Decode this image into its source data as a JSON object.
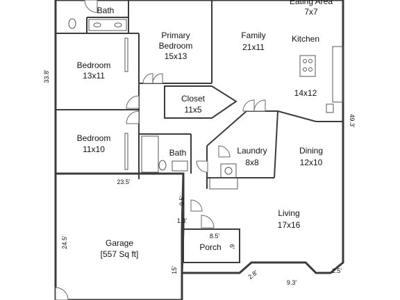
{
  "colors": {
    "living_fill": "#f9f7b6",
    "garage_fill": "#b9eaa4",
    "porch_fill": "#d6d6d6",
    "wall": "#3a3a3a",
    "background": "#ffffff"
  },
  "rooms": {
    "eating_area": {
      "name": "Eating Area",
      "size": "7x7"
    },
    "bath_top": {
      "name": "Bath"
    },
    "primary_bedroom": {
      "name": "Primary",
      "name2": "Bedroom",
      "size": "15x13"
    },
    "family": {
      "name": "Family",
      "size": "21x11"
    },
    "kitchen": {
      "name": "Kitchen",
      "size": "14x12"
    },
    "bedroom_1": {
      "name": "Bedroom",
      "size": "13x11"
    },
    "closet": {
      "name": "Closet",
      "size": "11x5"
    },
    "bedroom_2": {
      "name": "Bedroom",
      "size": "11x10"
    },
    "bath_mid": {
      "name": "Bath"
    },
    "laundry": {
      "name": "Laundry",
      "size": "8x8"
    },
    "dining": {
      "name": "Dining",
      "size": "12x10"
    },
    "living": {
      "name": "Living",
      "size": "17x16"
    },
    "garage": {
      "name": "Garage",
      "size": "[557 Sq ft]"
    },
    "porch": {
      "name": "Porch"
    }
  },
  "dimensions": {
    "left_wall": "33.8'",
    "right_wall": "49.3'",
    "garage_top": "23.5'",
    "garage_left": "24.5'",
    "garage_right": "15'",
    "step_a": "9.5'",
    "step_b": "1.3'",
    "porch_top": "8.5'",
    "porch_side": "6'",
    "bottom_a": "2.8'",
    "bottom_b": "9.3'",
    "bottom_c": "2.5'"
  }
}
